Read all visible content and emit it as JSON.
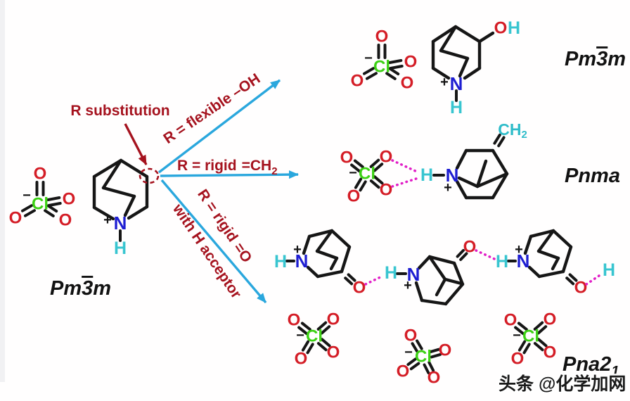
{
  "colors": {
    "background": "#ffffff",
    "oxygen": "#d41d26",
    "chlorine": "#3cd114",
    "nitrogen": "#1e1ed2",
    "hydrogen": "#38c5d0",
    "bond": "#161616",
    "hydrogen_bond": "#e11fc7",
    "arrow": "#2aa7dd",
    "annotation_red": "#a5121e",
    "label": "#121212"
  },
  "atoms": {
    "O": "O",
    "Cl": "Cl",
    "N": "N",
    "H": "H",
    "CH": "CH",
    "sub2": "2",
    "plus": "+",
    "minus": "−"
  },
  "labels": {
    "r_substitution": "R substitution",
    "arrow_flexible": "R = flexible –OH",
    "arrow_rigid": "R = rigid",
    "eq": "=",
    "ch": "CH",
    "sub2": "2",
    "o_group": "O",
    "with_h_acceptor": "with H acceptor",
    "pm3m": {
      "pre": "Pm",
      "bar3": "3",
      "post": "m"
    },
    "pnma": "Pnma",
    "pna2": "Pna2",
    "sub1": "1",
    "watermark": "头条 @化学加网"
  }
}
